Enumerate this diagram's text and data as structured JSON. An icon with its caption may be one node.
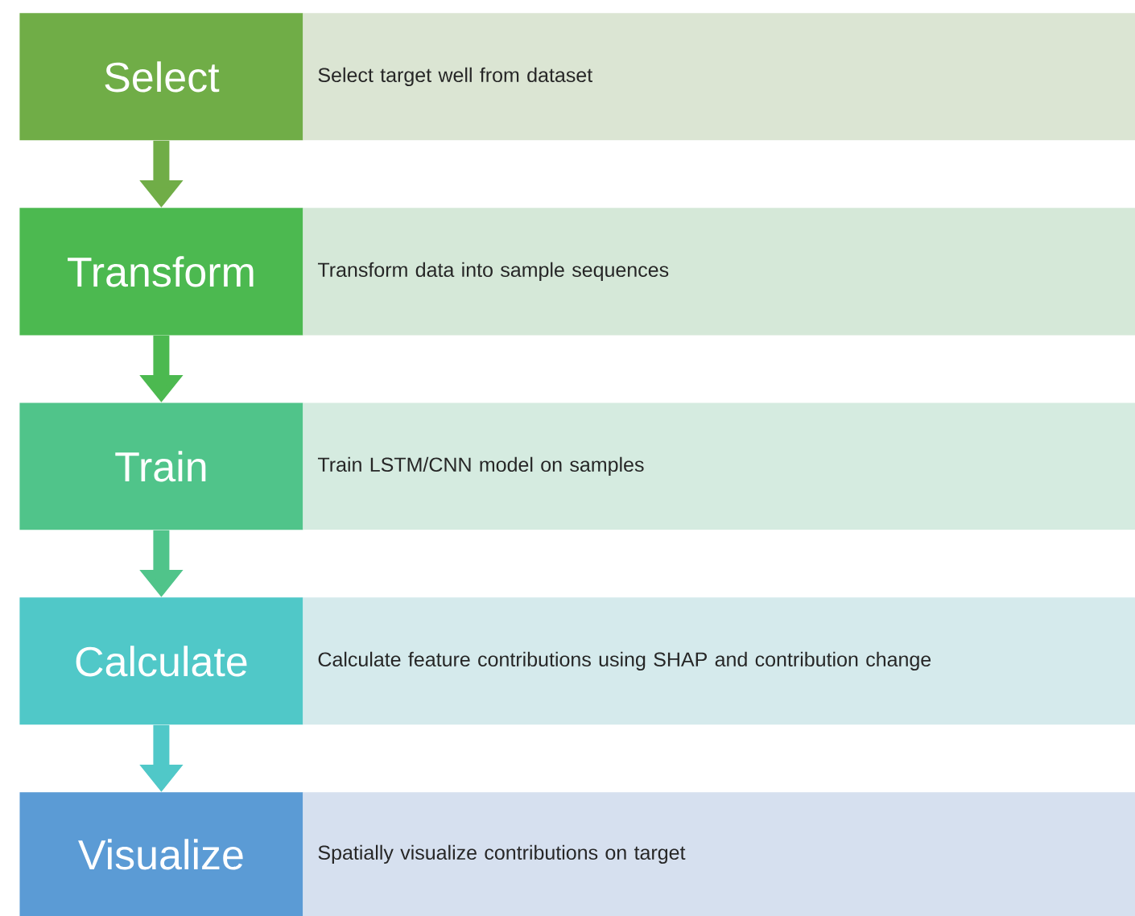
{
  "diagram": {
    "nodes": [
      {
        "text": [
          "Select"
        ]
      },
      {
        "text": [
          "Select target well from dataset"
        ]
      },
      {
        "text": [
          "Transform"
        ]
      },
      {
        "text": [
          "Transform data into sample sequences"
        ]
      },
      {
        "text": [
          "Train"
        ]
      },
      {
        "text": [
          "Train LSTM/CNN model on samples"
        ]
      },
      {
        "text": [
          "Calculate"
        ]
      },
      {
        "text": [
          "Calculate feature contributions using SHAP and contribution change"
        ]
      },
      {
        "text": [
          "Visualize"
        ]
      },
      {
        "text": [
          "Spatially visualize contributions on target"
        ]
      }
    ],
    "edges": [
      {
        "from": 0,
        "to": 2,
        "arrow": "to",
        "color": "#70ad47"
      },
      {
        "from": 2,
        "to": 4,
        "arrow": "to",
        "color": "#4cb950"
      },
      {
        "from": 4,
        "to": 6,
        "arrow": "to",
        "color": "#50c48a"
      },
      {
        "from": 6,
        "to": 8,
        "arrow": "to",
        "color": "#50c8c8"
      }
    ]
  }
}
